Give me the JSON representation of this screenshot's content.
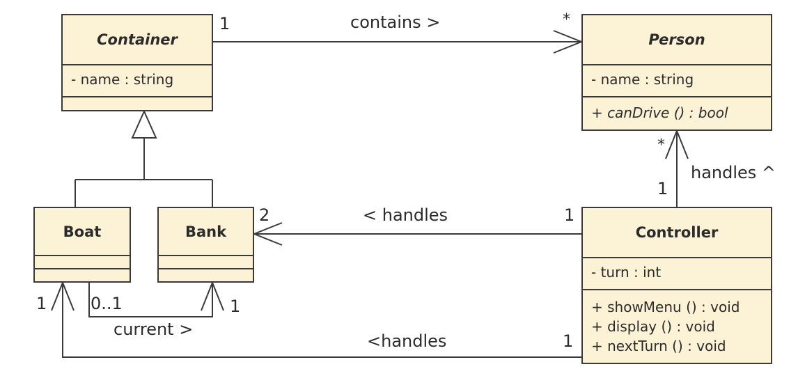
{
  "classes": {
    "container": {
      "name": "Container",
      "attrs": [
        "- name : string"
      ],
      "ops": []
    },
    "person": {
      "name": "Person",
      "attrs": [
        "- name : string"
      ],
      "ops": [
        "+ canDrive () : bool"
      ]
    },
    "boat": {
      "name": "Boat",
      "attrs": [],
      "ops": []
    },
    "bank": {
      "name": "Bank",
      "attrs": [],
      "ops": []
    },
    "controller": {
      "name": "Controller",
      "attrs": [
        "- turn : int"
      ],
      "ops": [
        "+ showMenu () : void",
        "+ display () : void",
        "+ nextTurn () : void"
      ]
    }
  },
  "associations": {
    "contains": {
      "label": "contains >",
      "source_mult": "1",
      "target_mult": "*"
    },
    "controller_person": {
      "label": "handles ^",
      "source_mult": "1",
      "target_mult": "*"
    },
    "controller_bank": {
      "label": "< handles",
      "source_mult": "1",
      "target_mult": "2"
    },
    "controller_boat": {
      "label": "<handles",
      "source_mult": "1",
      "target_mult": "1"
    },
    "current": {
      "label": "current >",
      "source_mult": "0..1",
      "target_mult": "1"
    }
  },
  "colors": {
    "class_fill": "#fcf2d6",
    "stroke": "#3a3a3a"
  }
}
